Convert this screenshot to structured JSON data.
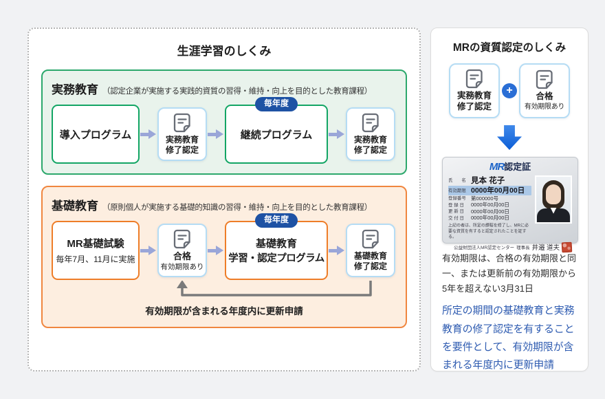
{
  "colors": {
    "green": "#12a564",
    "orange": "#ee7d28",
    "section_green_bg": "#e9f3ec",
    "section_orange_bg": "#fdeee0",
    "badge_blue": "#1e52a4",
    "flow_arrow_purple": "#9aa6d8",
    "plus_blue": "#2a6ed5",
    "down_arrow_blue": "#0c5ed6",
    "link_blue": "#2f5cb1",
    "mr_logo_blue": "#1b63c8",
    "card_band_blue": "#abc8e7",
    "seal_red": "#c84b33",
    "loop_arrow_gray": "#7a7a7a"
  },
  "left_panel": {
    "title": "生涯学習のしくみ",
    "practical": {
      "heading": "実務教育",
      "note": "（認定企業が実施する実践的資質の習得・維持・向上を目的とした教育課程）",
      "intro_label": "導入プログラム",
      "cert1_line1": "実務教育",
      "cert1_line2": "修了認定",
      "badge": "毎年度",
      "continuation_label": "継続プログラム",
      "cert2_line1": "実務教育",
      "cert2_line2": "修了認定"
    },
    "basic": {
      "heading": "基礎教育",
      "note": "（原則個人が実施する基礎的知識の習得・維持・向上を目的とした教育課程）",
      "exam_line1": "MR基礎試験",
      "exam_line2": "毎年7月、11月に実施",
      "pass_label": "合格",
      "pass_sub": "有効期限あり",
      "badge": "毎年度",
      "program_line1": "基礎教育",
      "program_line2": "学習・認定プログラム",
      "cert_line1": "基礎教育",
      "cert_line2": "修了認定",
      "loop_label": "有効期限が含まれる年度内に更新申請"
    }
  },
  "right_panel": {
    "title": "MRの資質認定のしくみ",
    "req1_line1": "実務教育",
    "req1_line2": "修了認定",
    "plus_label": "+",
    "req2_line1": "合格",
    "req2_sub": "有効期限あり",
    "card": {
      "logo_mr": "MR",
      "logo_rest": "認定証",
      "rows": [
        {
          "label": "氏　　名",
          "value": "見本 花子"
        },
        {
          "label": "有効期限",
          "value": "0000年00月00日"
        },
        {
          "label": "登録番号",
          "value": "第000000号"
        },
        {
          "label": "登 録 日",
          "value": "0000年00月00日"
        },
        {
          "label": "更 新 日",
          "value": "0000年00月00日"
        },
        {
          "label": "交 付 日",
          "value": "0000年00月00日"
        }
      ],
      "note": "上記の者は、所定の課程を修了し、MRに必要な資質を有すると認定されたことを証する。",
      "issuer": "公益財団法人MR認定センター",
      "issuer_title": "理事長",
      "issuer_name": "井邉 道夫"
    },
    "text1": "有効期限は、合格の有効期限と同一、または更新前の有効期限から5年を超えない3月31日",
    "text2": "所定の期間の基礎教育と実務教育の修了認定を有することを要件として、有効期限が含まれる年度内に更新申請"
  }
}
